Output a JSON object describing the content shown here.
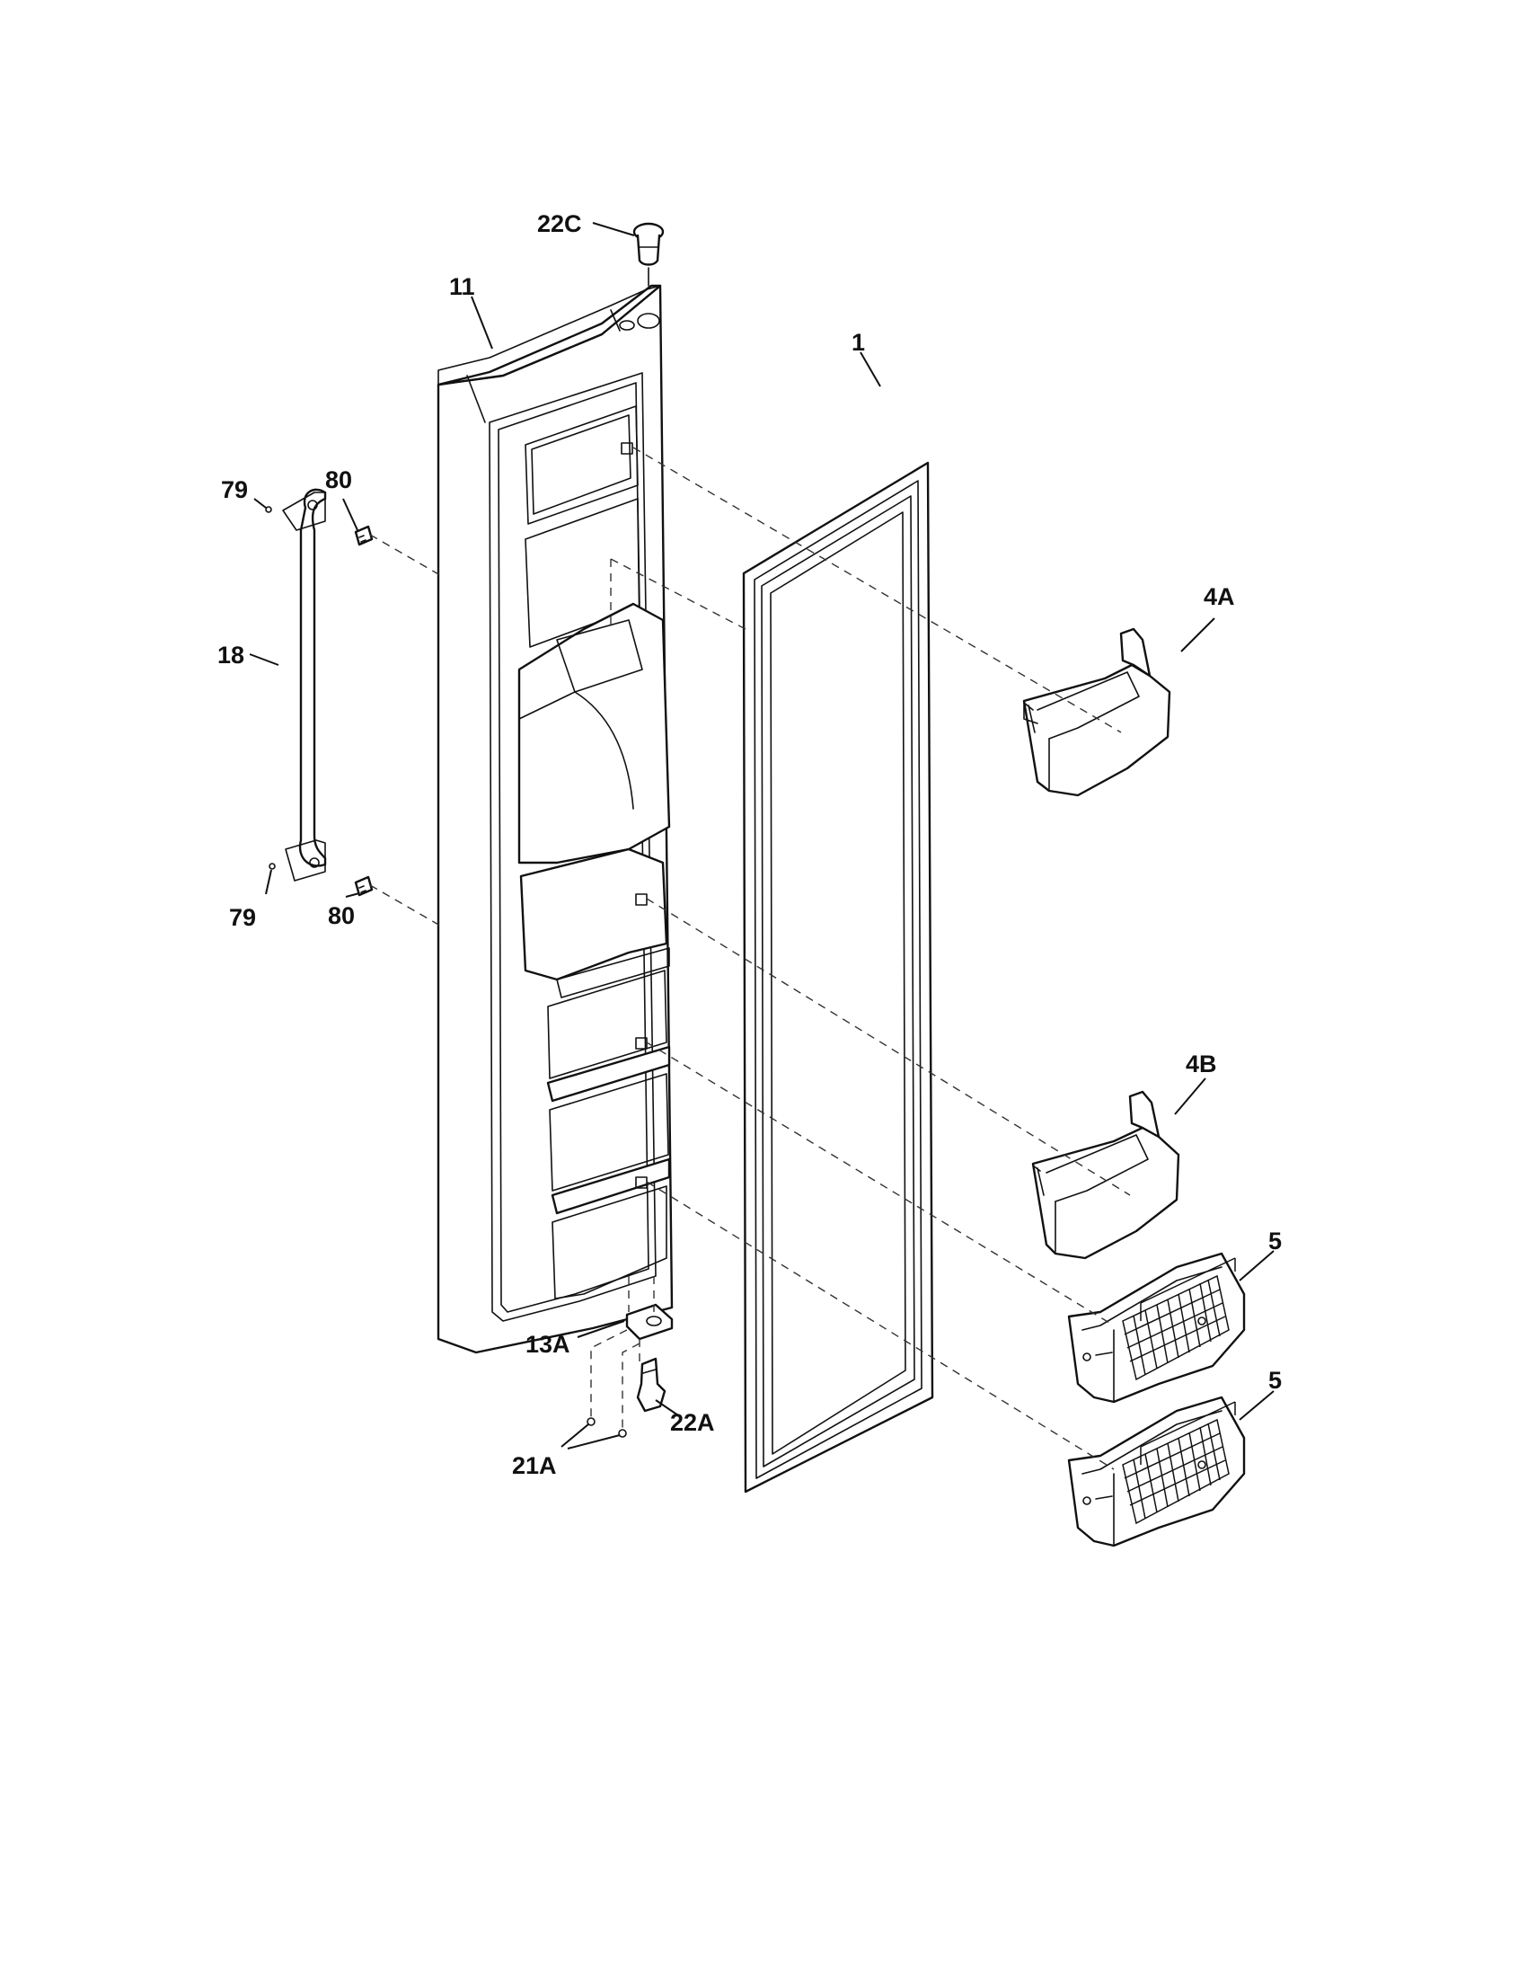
{
  "labels": {
    "l_22c": "22C",
    "l_11": "11",
    "l_1": "1",
    "l_79_top": "79",
    "l_80_top": "80",
    "l_18": "18",
    "l_79_bottom": "79",
    "l_80_bottom": "80",
    "l_4a": "4A",
    "l_4b": "4B",
    "l_5_top": "5",
    "l_5_bottom": "5",
    "l_13a": "13A",
    "l_22a": "22A",
    "l_21a": "21A"
  }
}
